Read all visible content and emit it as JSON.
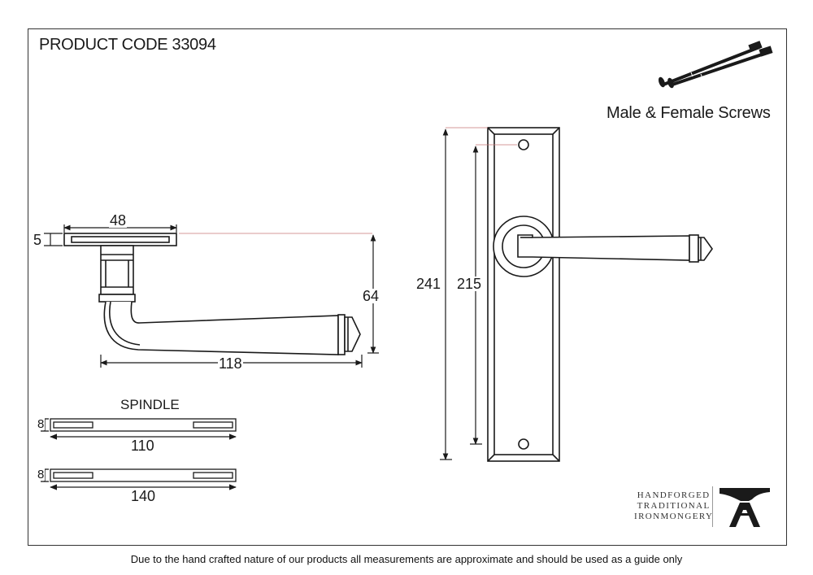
{
  "header": {
    "product_code": "PRODUCT CODE  33094"
  },
  "screws": {
    "caption": "Male & Female Screws"
  },
  "dimensions": {
    "rose_thickness": "5",
    "rose_diameter": "48",
    "lever_projection": "64",
    "lever_length": "118",
    "backplate_height": "241",
    "fixing_centres": "215"
  },
  "spindles": {
    "title": "SPINDLE",
    "short": {
      "section": "8",
      "length": "110"
    },
    "long": {
      "section": "8",
      "length": "140"
    }
  },
  "logo": {
    "line1": "HANDFORGED",
    "line2": "TRADITIONAL",
    "line3": "IRONMONGERY",
    "mark": "anvil-logo"
  },
  "footer": {
    "note": "Due to the hand crafted nature of our products all measurements are approximate and should be used as a guide only"
  },
  "colors": {
    "line": "#1a1a1a",
    "guide": "#c87878",
    "frame": "#333333"
  }
}
